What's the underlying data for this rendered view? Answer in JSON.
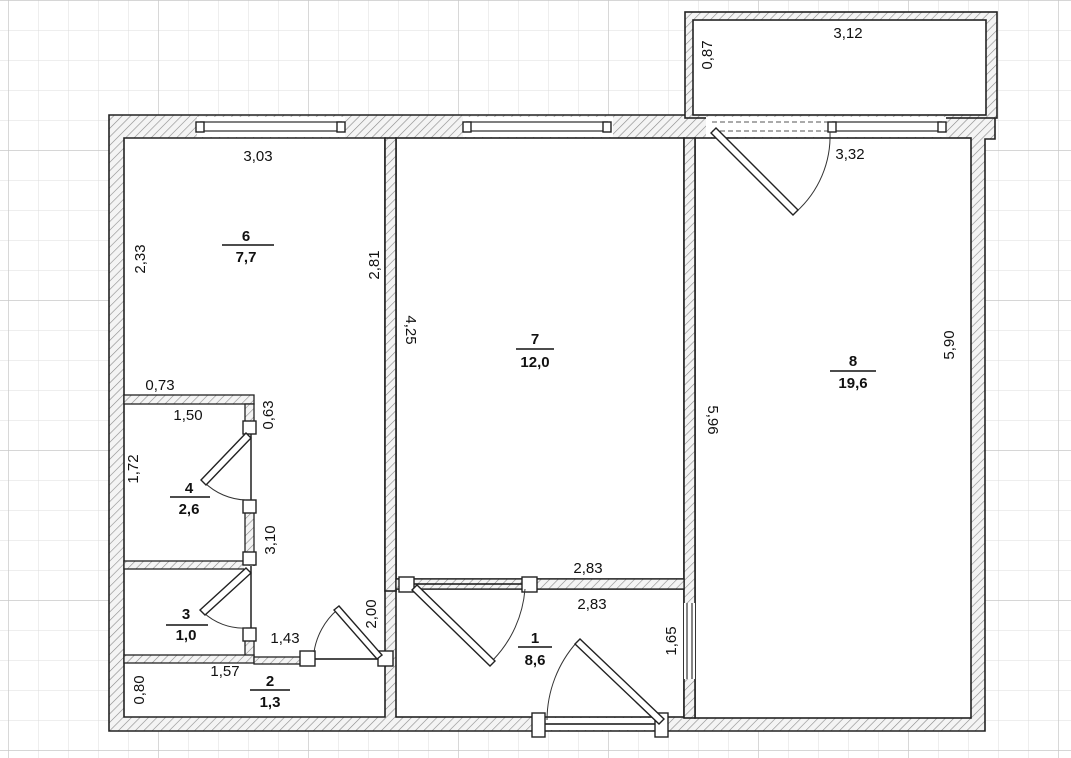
{
  "rooms": [
    {
      "number": "1",
      "area": "8,6"
    },
    {
      "number": "2",
      "area": "1,3"
    },
    {
      "number": "3",
      "area": "1,0"
    },
    {
      "number": "4",
      "area": "2,6"
    },
    {
      "number": "6",
      "area": "7,7"
    },
    {
      "number": "7",
      "area": "12,0"
    },
    {
      "number": "8",
      "area": "19,6"
    }
  ],
  "dimensions": {
    "balcony_width": "3,12",
    "balcony_depth": "0,87",
    "room8_top": "3,32",
    "room8_right": "5,90",
    "room8_left": "5,96",
    "room6_top": "3,03",
    "room6_left": "2,33",
    "room6_right": "2,81",
    "room6_step": "0,73",
    "room7_left": "4,25",
    "room7_bottom": "2,83",
    "room1_top": "2,83",
    "room1_right": "1,65",
    "room4_top": "1,50",
    "room4_left": "1,72",
    "room4_door_side": "0,63",
    "corridor_height": "3,10",
    "hall_width": "1,43",
    "hall_height": "2,00",
    "room2_top": "1,57",
    "room2_left": "0,80"
  }
}
